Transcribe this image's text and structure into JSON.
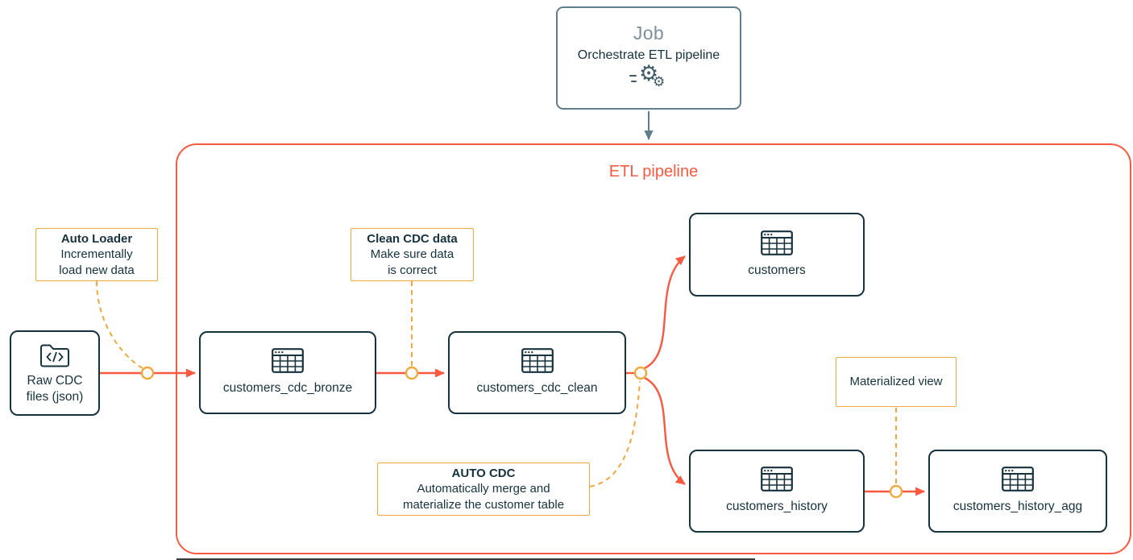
{
  "colors": {
    "accent_red": "#F9593F",
    "node_border": "#16323E",
    "job_border": "#5F7E8C",
    "annotation_yellow": "#F0A73C",
    "job_title_gray": "#7E909D"
  },
  "job": {
    "title": "Job",
    "subtitle": "Orchestrate ETL pipeline",
    "icon": "gears-icon"
  },
  "pipeline": {
    "title": "ETL pipeline"
  },
  "nodes": {
    "raw_cdc_files": {
      "label": "Raw CDC files (json)",
      "icon": "folder-code-icon"
    },
    "customers_cdc_bronze": {
      "label": "customers_cdc_bronze",
      "icon": "table-icon"
    },
    "customers_cdc_clean": {
      "label": "customers_cdc_clean",
      "icon": "table-icon"
    },
    "customers": {
      "label": "customers",
      "icon": "table-icon"
    },
    "customers_history": {
      "label": "customers_history",
      "icon": "table-icon"
    },
    "customers_history_agg": {
      "label": "customers_history_agg",
      "icon": "table-icon"
    }
  },
  "annotations": {
    "auto_loader": {
      "title": "Auto Loader",
      "body": "Incrementally load new data"
    },
    "clean_cdc_data": {
      "title": "Clean CDC data",
      "body": "Make sure data is correct"
    },
    "auto_cdc": {
      "title": "AUTO CDC",
      "body": "Automatically merge and materialize the customer table"
    },
    "materialized_view": {
      "title": "Materialized view"
    }
  }
}
